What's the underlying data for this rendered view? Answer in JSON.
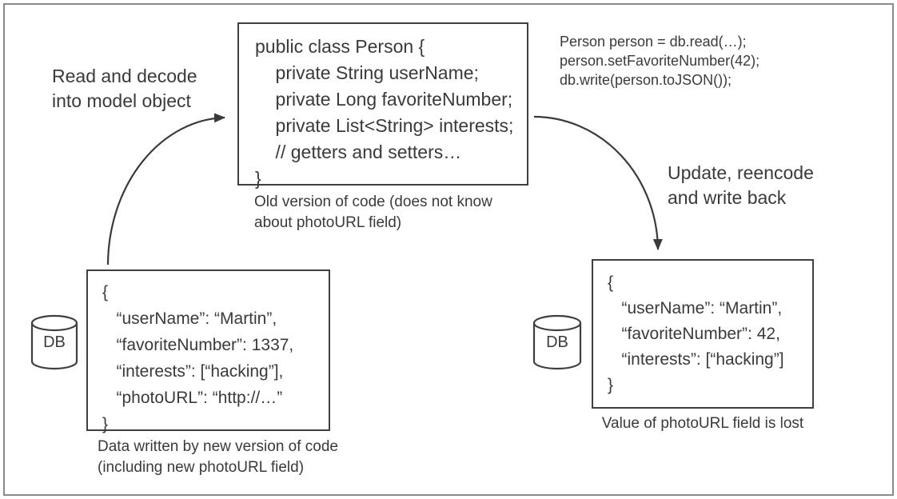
{
  "labels": {
    "read_decode": "Read and decode\ninto model object",
    "update_write": "Update, reencode\nand write back"
  },
  "class_box": {
    "code": "public class Person {\n    private String userName;\n    private Long favoriteNumber;\n    private List<String> interests;\n    // getters and setters…\n}",
    "caption": "Old version of code (does not know\nabout photoURL field)"
  },
  "update_snippet": {
    "code": "Person person = db.read(…);\nperson.setFavoriteNumber(42);\ndb.write(person.toJSON());"
  },
  "db_left": {
    "label": "DB",
    "json": "{\n   “userName”: “Martin”,\n   “favoriteNumber”: 1337,\n   “interests”: [“hacking”],\n   “photoURL”: “http://…”\n}",
    "caption": "Data written by new version of code\n(including new photoURL field)"
  },
  "db_right": {
    "label": "DB",
    "json": "{\n   “userName”: “Martin”,\n   “favoriteNumber”: 42,\n   “interests”: [“hacking”]\n}",
    "caption": "Value of photoURL field is lost"
  },
  "colors": {
    "ink": "#3a3a3a",
    "box_border": "#3f3f3f",
    "outer_frame": "#8a8a8a",
    "background": "#ffffff"
  }
}
